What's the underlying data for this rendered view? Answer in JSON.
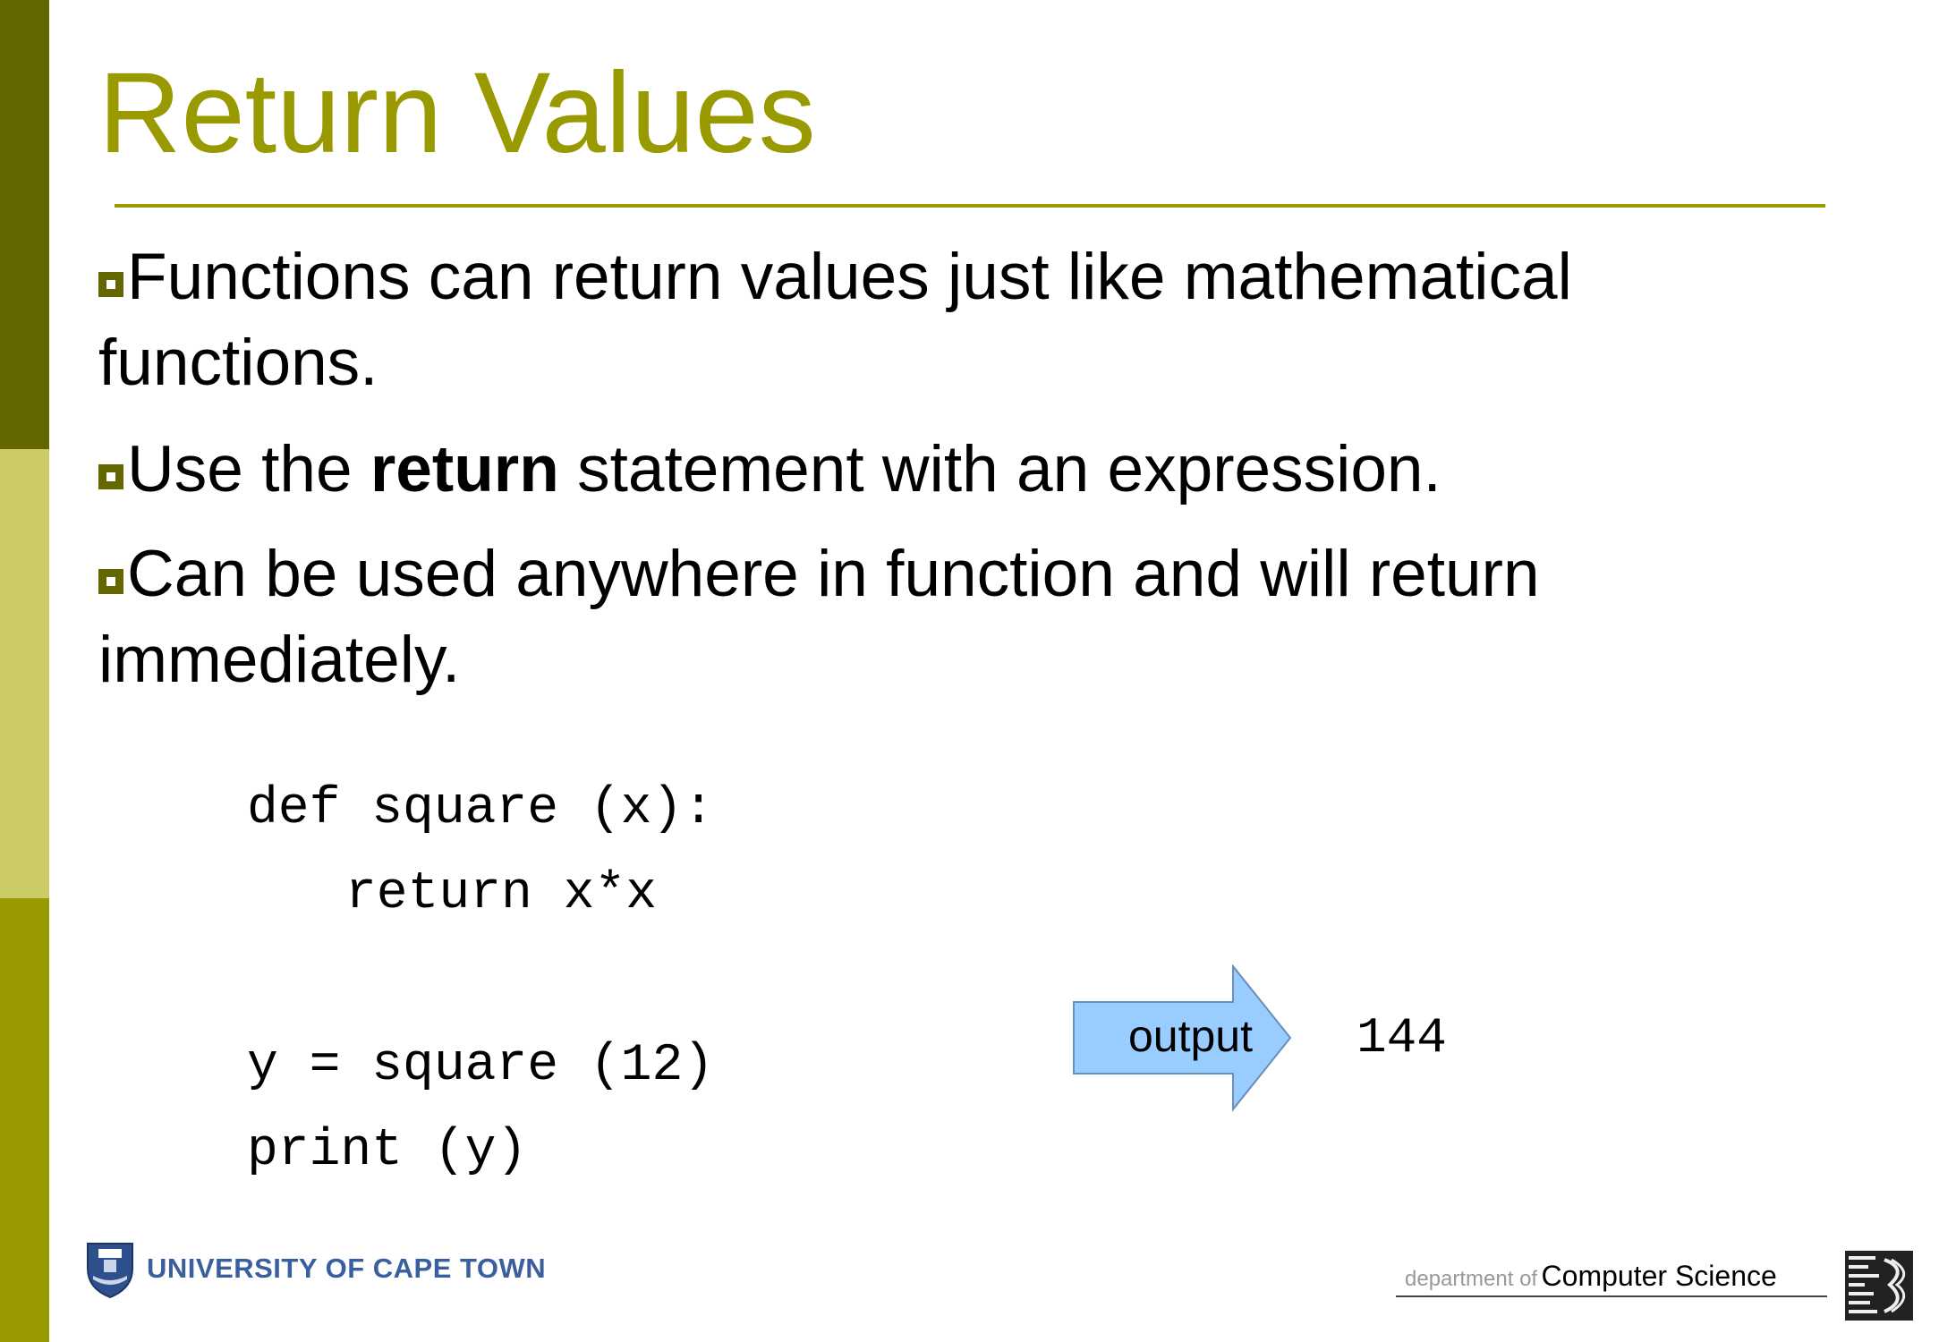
{
  "slide": {
    "title": "Return Values",
    "bullets": [
      {
        "text": "Functions can return values just like mathematical functions."
      },
      {
        "pre": "Use the ",
        "bold": "return",
        "post": " statement with an expression."
      },
      {
        "text": "Can be used anywhere in function and will return immediately."
      }
    ],
    "code_lines": [
      "def square (x):",
      "return x*x",
      "y = square (12)",
      "print (y)"
    ],
    "arrow_label": "output",
    "output_value": "144"
  },
  "footer": {
    "university": "UNIVERSITY OF CAPE TOWN",
    "dept_prefix": "department of",
    "dept_name": "Computer Science"
  },
  "colors": {
    "olive_dark": "#646600",
    "olive_light": "#cccc66",
    "olive_mid": "#999900",
    "arrow_fill": "#99ccff",
    "uct_blue": "#3a5f9e"
  }
}
